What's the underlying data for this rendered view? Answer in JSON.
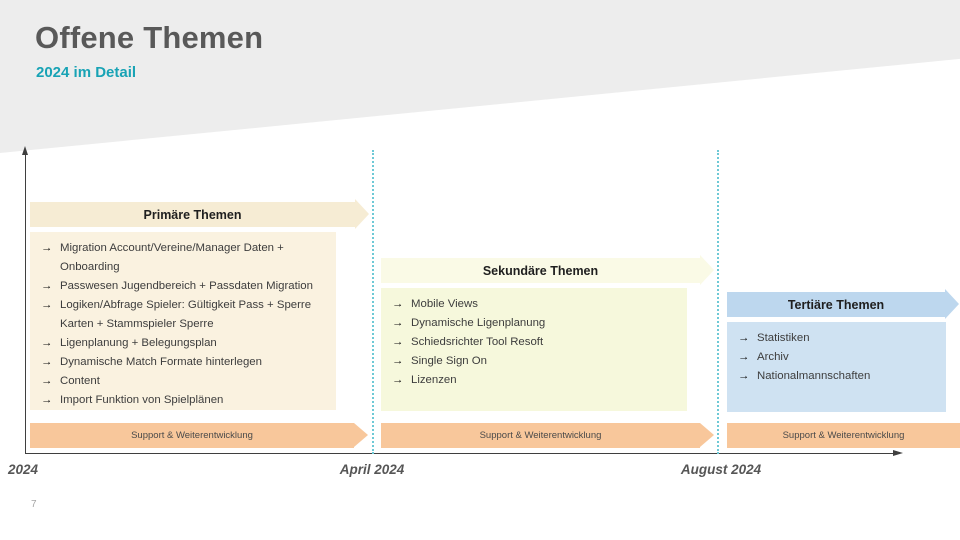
{
  "slide": {
    "title": "Offene Themen",
    "subtitle": "2024 im Detail",
    "page_number": "7"
  },
  "sections": [
    {
      "header": "Primäre Themen",
      "items": [
        "Migration Account/Vereine/Manager Daten + Onboarding",
        "Passwesen Jugendbereich + Passdaten Migration",
        "Logiken/Abfrage Spieler: Gültigkeit Pass + Sperre Karten + Stammspieler Sperre",
        "Ligenplanung + Belegungsplan",
        "Dynamische Match Formate hinterlegen",
        "Content",
        "Import Funktion von Spielplänen"
      ],
      "support_label": "Support & Weiterentwicklung"
    },
    {
      "header": "Sekundäre Themen",
      "items": [
        "Mobile Views",
        "Dynamische Ligenplanung",
        "Schiedsrichter Tool Resoft",
        "Single Sign On",
        "Lizenzen"
      ],
      "support_label": "Support & Weiterentwicklung"
    },
    {
      "header": "Tertiäre Themen",
      "items": [
        "Statistiken",
        "Archiv",
        "Nationalmannschaften"
      ],
      "support_label": "Support & Weiterentwicklung"
    }
  ],
  "timeline": {
    "labels": [
      "2024",
      "April 2024",
      "August 2024"
    ]
  },
  "icons": {
    "bullet": "→"
  },
  "colors": {
    "background_band": "#ededed",
    "title_text": "#595959",
    "subtitle_text": "#18a3b5",
    "primary_header": "#f6ecd4",
    "primary_box": "#faf2e0",
    "secondary_header": "#fafae6",
    "secondary_box": "#f6f8dc",
    "tertiary_header": "#bdd7ee",
    "tertiary_box": "#cfe2f2",
    "support_arrow": "#f8c79b",
    "dotted_divider": "#6ec9d6",
    "axis_line": "#3f3f3f",
    "body_text": "#3d3d3d",
    "axis_label": "#565656",
    "page_number": "#a6a6a6"
  }
}
